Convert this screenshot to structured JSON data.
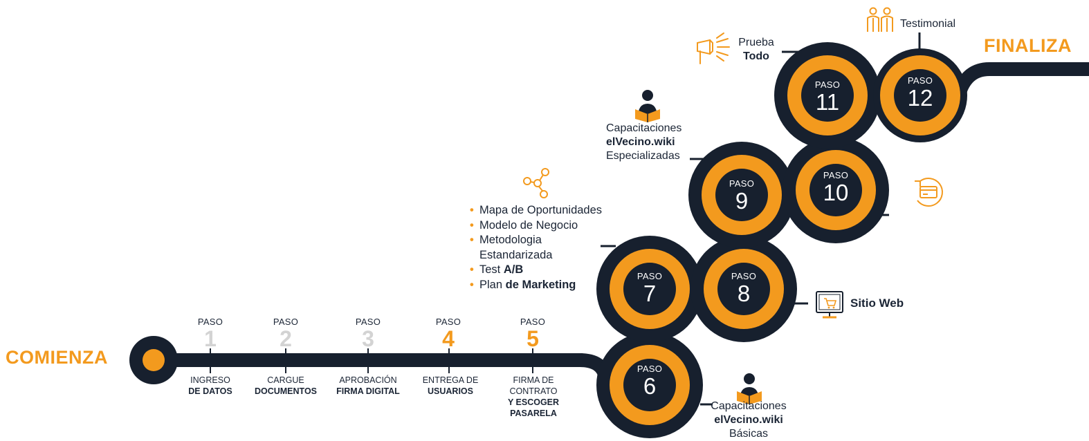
{
  "labels": {
    "start": "COMIENZA",
    "end": "FINALIZA"
  },
  "steps_linear": [
    {
      "paso": "PASO",
      "num": "1",
      "line1": "INGRESO",
      "line2": "DE DATOS",
      "line3": "",
      "line4": "",
      "color": "#d3d3d3"
    },
    {
      "paso": "PASO",
      "num": "2",
      "line1": "CARGUE",
      "line2": "DOCUMENTOS",
      "line3": "",
      "line4": "",
      "color": "#d3d3d3"
    },
    {
      "paso": "PASO",
      "num": "3",
      "line1": "APROBACIÓN",
      "line2": "FIRMA DIGITAL",
      "line3": "",
      "line4": "",
      "color": "#d3d3d3"
    },
    {
      "paso": "PASO",
      "num": "4",
      "line1": "ENTREGA DE",
      "line2": "USUARIOS",
      "line3": "",
      "line4": "",
      "color": "#f39a1e"
    },
    {
      "paso": "PASO",
      "num": "5",
      "line1": "FIRMA DE",
      "line2": "CONTRATO",
      "line3": "Y ESCOGER",
      "line4": "PASARELA",
      "color": "#f39a1e"
    }
  ],
  "steps_circle": [
    {
      "paso": "PASO",
      "num": "6"
    },
    {
      "paso": "PASO",
      "num": "7"
    },
    {
      "paso": "PASO",
      "num": "8"
    },
    {
      "paso": "PASO",
      "num": "9"
    },
    {
      "paso": "PASO",
      "num": "10"
    },
    {
      "paso": "PASO",
      "num": "11"
    },
    {
      "paso": "PASO",
      "num": "12"
    }
  ],
  "notes": {
    "cap_basicas": {
      "l1": "Capacitaciones",
      "l2": "elVecino.wiki",
      "l3": "Básicas"
    },
    "cap_especial": {
      "l1": "Capacitaciones",
      "l2": "elVecino.wiki",
      "l3": "Especializadas"
    },
    "sitio_web": "Sitio Web",
    "prueba": {
      "l1": "Prueba",
      "l2": "Todo"
    },
    "testimonial": "Testimonial"
  },
  "bullets": [
    {
      "text": "Mapa de Oportunidades",
      "bold": ""
    },
    {
      "text": "Modelo de Negocio",
      "bold": ""
    },
    {
      "text": "Metodologia",
      "bold": ""
    },
    {
      "text": "Estandarizada",
      "bold": "",
      "cont": true
    },
    {
      "text": "Test ",
      "bold": "A/B"
    },
    {
      "text": "Plan ",
      "bold": "de Marketing"
    }
  ],
  "colors": {
    "navy": "#17202e",
    "orange": "#f39a1e",
    "gray": "#d3d3d3"
  },
  "icons": [
    "megaphone-icon",
    "people-icon",
    "reader-icon",
    "network-icon",
    "card-refresh-icon",
    "monitor-cart-icon"
  ]
}
